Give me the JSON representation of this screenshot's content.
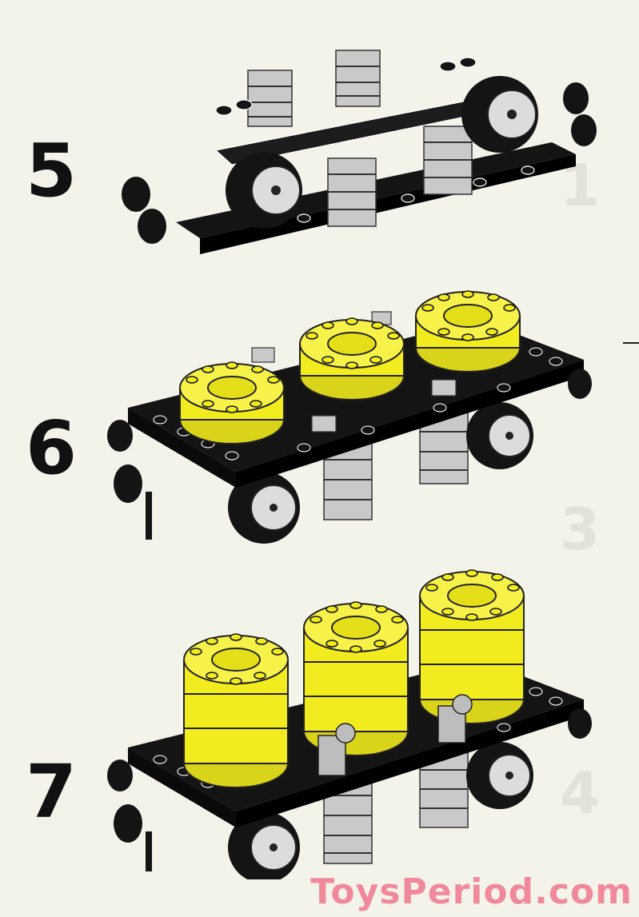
{
  "steps": [
    {
      "number": "5"
    },
    {
      "number": "6"
    },
    {
      "number": "7"
    }
  ],
  "watermark": "ToysPeriod.com",
  "colors": {
    "background": "#f4f3e9",
    "black_brick": "#141414",
    "yellow_brick": "#f2ec1e",
    "gray_brick": "#c9c9c9",
    "watermark": "#f08a9a"
  }
}
